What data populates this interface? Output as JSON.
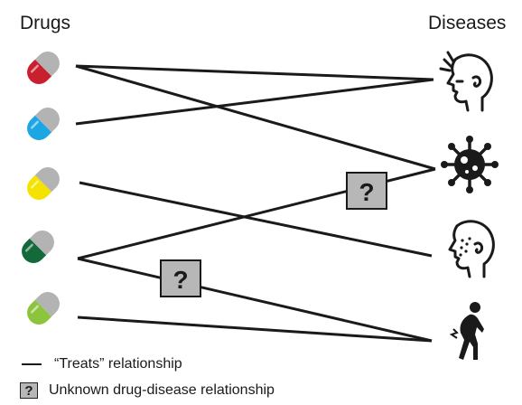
{
  "headers": {
    "drugs": "Drugs",
    "diseases": "Diseases"
  },
  "drugs": [
    {
      "name": "drug-red",
      "color": "#c8202e"
    },
    {
      "name": "drug-blue",
      "color": "#1ca6e4"
    },
    {
      "name": "drug-yellow",
      "color": "#f4e200"
    },
    {
      "name": "drug-green",
      "color": "#14693a"
    },
    {
      "name": "drug-lime",
      "color": "#8cc43e"
    }
  ],
  "diseases": [
    {
      "name": "headache-icon"
    },
    {
      "name": "virus-icon"
    },
    {
      "name": "skin-rash-icon"
    },
    {
      "name": "back-pain-icon"
    }
  ],
  "edges": [
    {
      "drug": 0,
      "disease": 0
    },
    {
      "drug": 0,
      "disease": 1
    },
    {
      "drug": 1,
      "disease": 0
    },
    {
      "drug": 2,
      "disease": 2
    },
    {
      "drug": 3,
      "disease": 1
    },
    {
      "drug": 3,
      "disease": 3
    },
    {
      "drug": 4,
      "disease": 3
    }
  ],
  "unknown_marker": "?",
  "legend": {
    "treats": "“Treats” relationship",
    "unknown": "Unknown drug-disease relationship",
    "unknown_symbol": "?"
  },
  "colors": {
    "line": "#1a1a1a",
    "box": "#b7b7b7",
    "pill_gray": "#b3b3b3"
  }
}
